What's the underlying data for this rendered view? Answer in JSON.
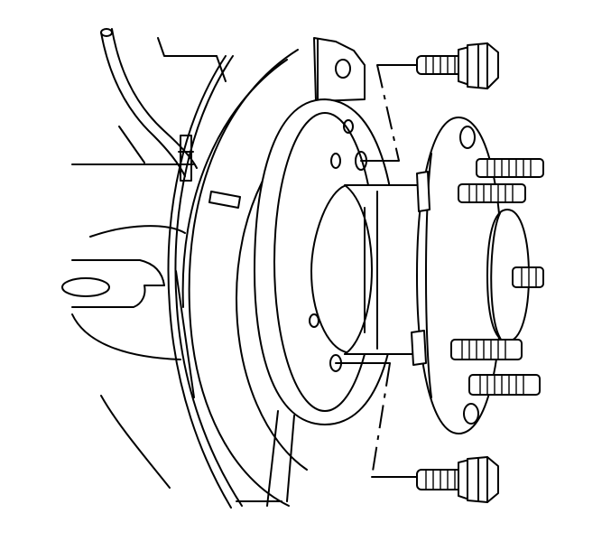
{
  "diagram": {
    "labels": [],
    "colors": {
      "line": "#000000",
      "background": "#ffffff"
    },
    "parts": [
      "knuckle",
      "brake-backing-plate",
      "brake-line",
      "hub-bearing-assembly",
      "wheel-studs",
      "upper-mounting-bolt",
      "lower-mounting-bolt",
      "alignment-leader-lines"
    ]
  }
}
